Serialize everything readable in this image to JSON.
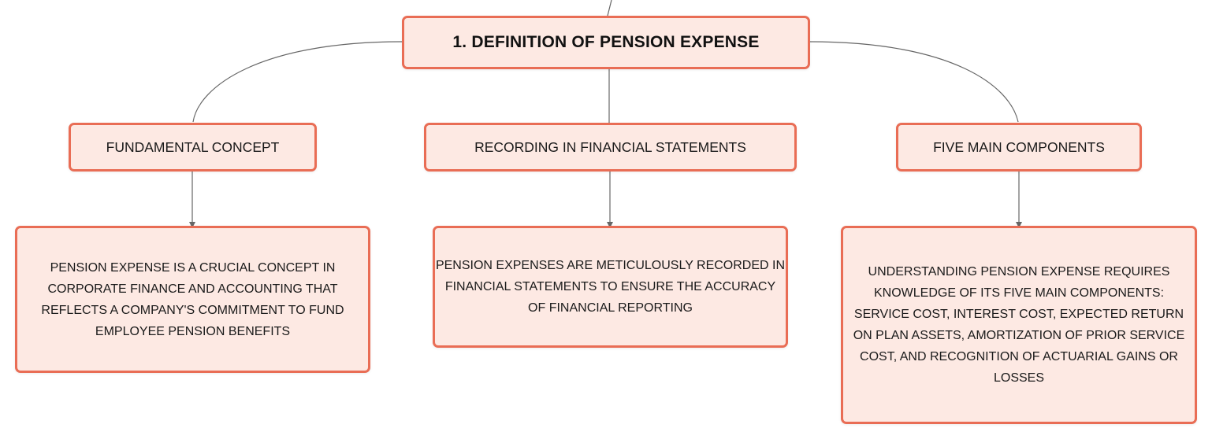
{
  "root": {
    "label": "1. DEFINITION OF PENSION EXPENSE"
  },
  "branches": [
    {
      "label": "FUNDAMENTAL CONCEPT",
      "detail": "PENSION EXPENSE IS A CRUCIAL CONCEPT IN CORPORATE FINANCE AND ACCOUNTING THAT REFLECTS A COMPANY'S COMMITMENT TO FUND EMPLOYEE PENSION BENEFITS"
    },
    {
      "label": "RECORDING IN FINANCIAL STATEMENTS",
      "detail": "PENSION EXPENSES ARE METICULOUSLY RECORDED IN FINANCIAL STATEMENTS TO ENSURE THE ACCURACY OF FINANCIAL REPORTING"
    },
    {
      "label": "FIVE MAIN COMPONENTS",
      "detail": "UNDERSTANDING PENSION EXPENSE REQUIRES KNOWLEDGE OF ITS FIVE MAIN COMPONENTS: SERVICE COST, INTEREST COST, EXPECTED RETURN ON PLAN ASSETS, AMORTIZATION OF PRIOR SERVICE COST, AND RECOGNITION OF ACTUARIAL GAINS OR LOSSES"
    }
  ],
  "colors": {
    "node_border": "#e96d55",
    "node_fill": "#fde9e3",
    "connector": "#666666"
  }
}
